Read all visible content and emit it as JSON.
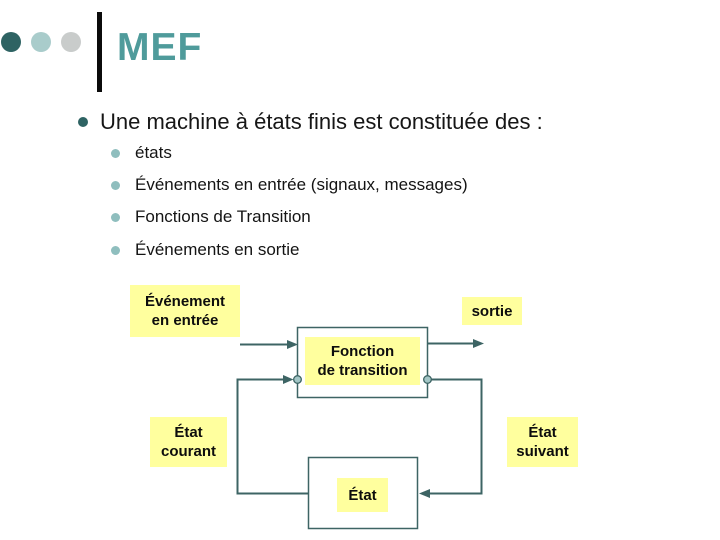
{
  "slide": {
    "title": "MEF",
    "bullet_list": {
      "main": "Une machine à états finis est constituée des :",
      "items": [
        "états",
        "Événements en entrée (signaux, messages)",
        "Fonctions de Transition",
        "Événements en sortie"
      ]
    },
    "diagram": {
      "input_event_label": "Événement\nen entrée",
      "output_label": "sortie",
      "transition_function_label": "Fonction\nde transition",
      "current_state_label": "État\ncourant",
      "next_state_label": "État\nsuivant",
      "state_label": "État"
    },
    "colors": {
      "title_teal": "#4F9B9B",
      "decor_dot_dark": "#2E6363",
      "decor_dot_light_teal": "#A9CCCB",
      "decor_dot_gray": "#C9CCCB",
      "sub_bullet_dot": "#8FBEBE",
      "diagram_line": "#3D6464",
      "connector_node_fill": "#A3C6C6",
      "label_background_yellow": "#FFFF9E",
      "body_text": "#141414"
    }
  }
}
